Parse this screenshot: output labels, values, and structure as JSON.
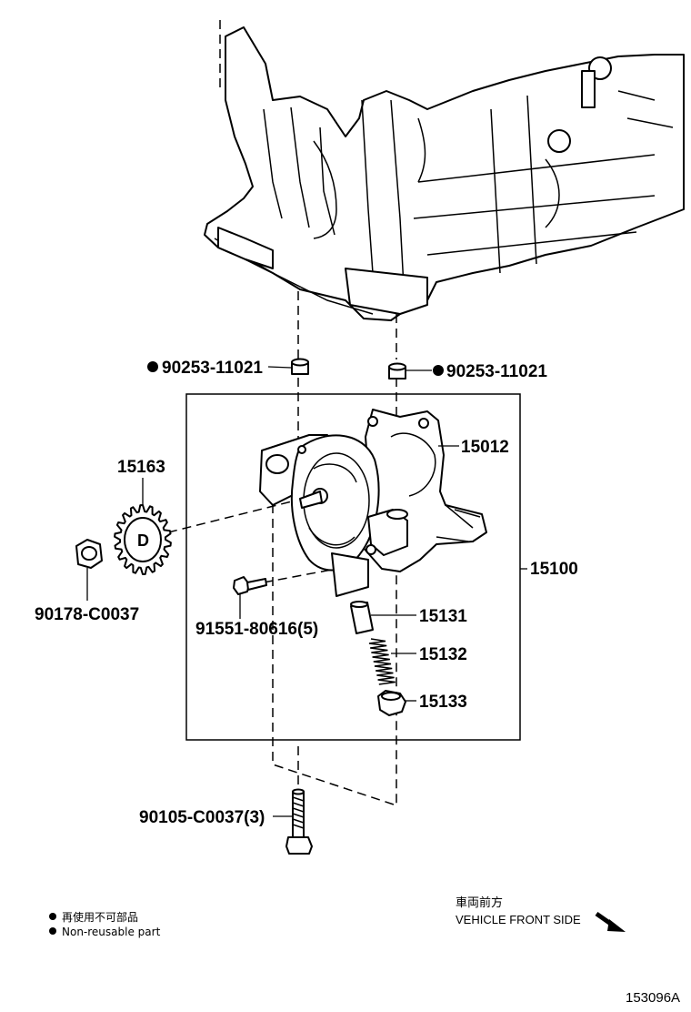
{
  "parts": {
    "p1": "90253-11021",
    "p2": "90253-11021",
    "p3": "15012",
    "p4": "15163",
    "p5": "15100",
    "p6": "90178-C0037",
    "p7": "91551-80616(5)",
    "p8": "15131",
    "p9": "15132",
    "p10": "15133",
    "p11": "90105-C0037(3)"
  },
  "gear_mark": "D",
  "legend": {
    "jp": "再使用不可部品",
    "en": "Non-reusable part"
  },
  "direction": {
    "jp": "車両前方",
    "en": "VEHICLE FRONT SIDE"
  },
  "diagram_code": "153096A"
}
